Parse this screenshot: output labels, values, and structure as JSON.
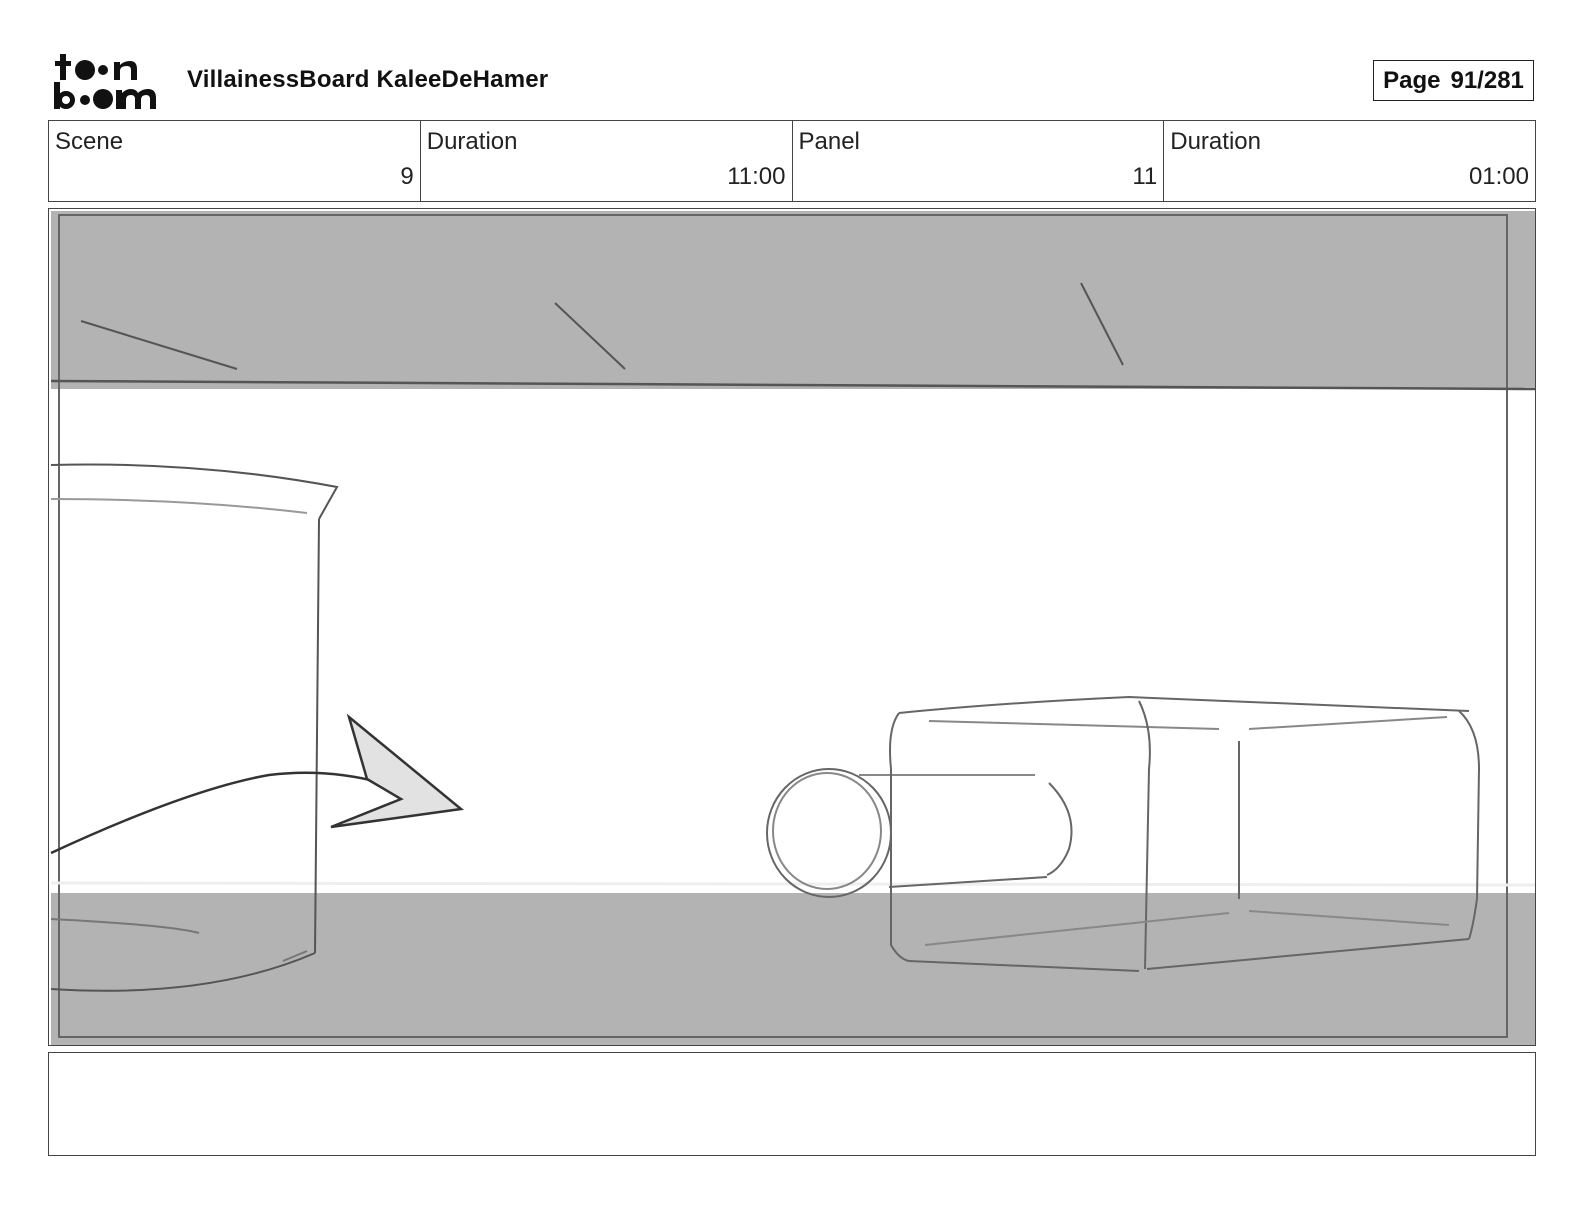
{
  "header": {
    "logo_text": "toonboom",
    "project_title": "VillainessBoard KaleeDeHamer",
    "page_label": "Page",
    "page_number": "91/281"
  },
  "info": {
    "scene_label": "Scene",
    "scene_value": "9",
    "scene_duration_label": "Duration",
    "scene_duration_value": "11:00",
    "panel_label": "Panel",
    "panel_value": "11",
    "panel_duration_label": "Duration",
    "panel_duration_value": "01:00"
  },
  "notes": {
    "text": ""
  },
  "colors": {
    "band_gray": "#b3b3b3",
    "sketch_line": "#555555",
    "frame_border": "#444444"
  }
}
